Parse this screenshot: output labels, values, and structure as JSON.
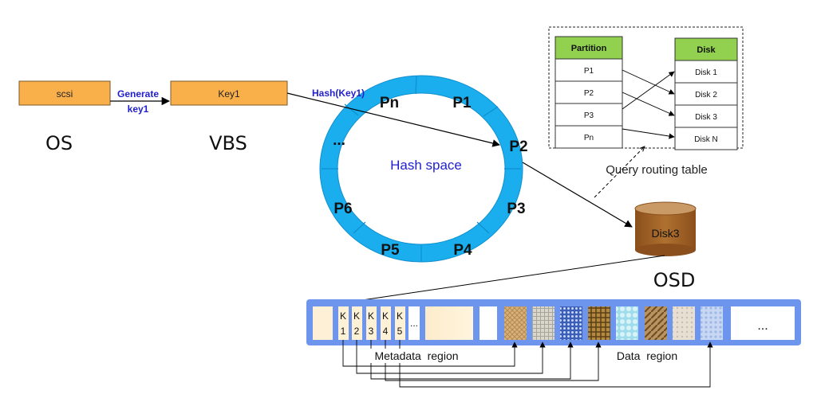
{
  "os": {
    "box_label": "scsi",
    "section_label": "OS"
  },
  "generate": {
    "line1": "Generate",
    "line2": "key1"
  },
  "vbs": {
    "box_label": "Key1",
    "section_label": "VBS"
  },
  "hash_arrow_label": "Hash(Key1)",
  "ring": {
    "center_label": "Hash space",
    "partitions": [
      "Pn",
      "P1",
      "P2",
      "P3",
      "P4",
      "P5",
      "P6",
      "..."
    ]
  },
  "routing_table": {
    "caption": "Query routing table",
    "partition_header": "Partition",
    "partition_rows": [
      "P1",
      "P2",
      "P3",
      "Pn"
    ],
    "disk_header": "Disk",
    "disk_rows": [
      "Disk 1",
      "Disk 2",
      "Disk 3",
      "Disk N"
    ]
  },
  "disk": {
    "label": "Disk3",
    "section_label": "OSD"
  },
  "storage": {
    "keys": [
      {
        "k": "K",
        "n": "1"
      },
      {
        "k": "K",
        "n": "2"
      },
      {
        "k": "K",
        "n": "3"
      },
      {
        "k": "K",
        "n": "4"
      },
      {
        "k": "K",
        "n": "5"
      }
    ],
    "key_ellipsis": "...",
    "end_ellipsis": "...",
    "metadata_label": "Metadata  region",
    "data_label": "Data  region"
  },
  "colors": {
    "orange_box": "#f9b04b",
    "ring_blue": "#1aaeee",
    "table_green": "#92d050",
    "disk_brown": "#a0632a",
    "strip_blue": "#6d95ee",
    "label_blue": "#1f1fcc"
  }
}
